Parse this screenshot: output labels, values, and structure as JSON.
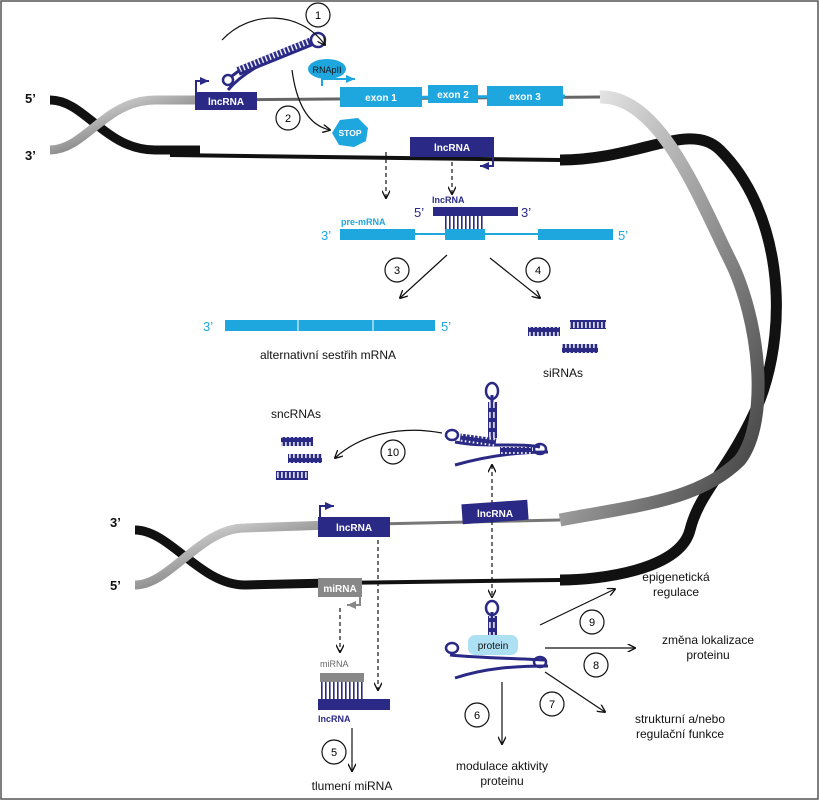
{
  "strand_ends": {
    "top_left_5": "5’",
    "top_left_3": "3’",
    "bottom_left_3": "3’",
    "bottom_left_5": "5’"
  },
  "genes": {
    "lncrna_1": "lncRNA",
    "rnapol": "RNApII",
    "stop": "STOP",
    "exon1": "exon 1",
    "exon2": "exon 2",
    "exon3": "exon 3",
    "lncrna_2": "lncRNA",
    "lncrna_bottom_1": "lncRNA",
    "lncrna_bottom_2": "lncRNA",
    "mirna_gene": "miRNA"
  },
  "steps": [
    "1",
    "2",
    "3",
    "4",
    "5",
    "6",
    "7",
    "8",
    "9",
    "10"
  ],
  "premrna": {
    "lncrna_label": "lncRNA",
    "five": "5’",
    "three": "3’",
    "label": "pre-mRNA",
    "left_end": "3’",
    "right_end": "5’"
  },
  "splice": {
    "left_end": "3’",
    "right_end": "5’",
    "caption": "alternativní sestřih mRNA"
  },
  "sirnas": "siRNAs",
  "sncrnas": "sncRNAs",
  "silencing": {
    "mirna_label": "miRNA",
    "lncrna_label": "lncRNA",
    "caption": "tlumení miRNA"
  },
  "protein": {
    "label": "protein",
    "modulation": "modulace aktivity proteinu",
    "structural": "strukturní a/nebo regulační funkce",
    "localization": "změna lokalizace proteinu",
    "epigenetic": "epigenetická regulace"
  },
  "colors": {
    "navy": "#2a2a86",
    "cyan": "#1ea6de",
    "gray": "#777777",
    "black": "#111111"
  }
}
